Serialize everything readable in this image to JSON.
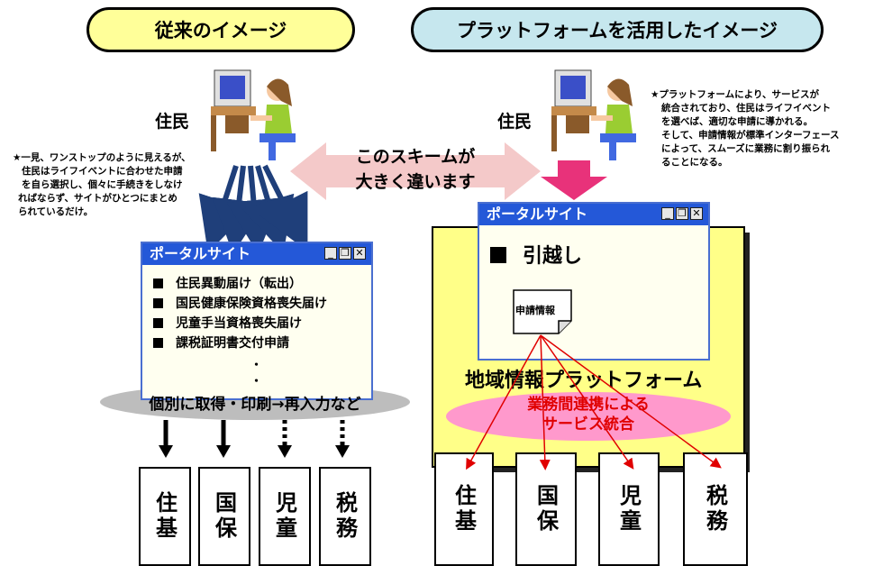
{
  "left": {
    "header": "従来のイメージ",
    "resident_label": "住民",
    "note_lines": [
      "★一見、ワンストップのように見えるが、",
      "住民はライフイベントに合わせた申請",
      "を自ら選択し、個々に手続きをしなけ",
      "ればならず、サイトがひとつにまとめ",
      "られているだけ。"
    ],
    "portal": {
      "title": "ポータルサイト",
      "items": [
        "住民異動届け（転出）",
        "国民健康保険資格喪失届け",
        "児童手当資格喪失届け",
        "課税証明書交付申請"
      ],
      "dots": "・"
    },
    "ellipse_text": "個別に取得・印刷→再入力など",
    "systems": [
      "住基",
      "国保",
      "児童",
      "税務"
    ]
  },
  "right": {
    "header": "プラットフォームを活用したイメージ",
    "resident_label": "住民",
    "note_lines": [
      "★プラットフォームにより、サービスが",
      "統合されており、住民はライフイベント",
      "を選べば、適切な申請に導かれる。",
      "そして、申請情報が標準インターフェース",
      "によって、スムーズに業務に割り振られ",
      "ることになる。"
    ],
    "portal": {
      "title": "ポータルサイト",
      "item": "引越し"
    },
    "doc_label": "申請情報",
    "platform_label": "地域情報プラットフォーム",
    "ellipse_lines": [
      "業務間連携による",
      "サービス統合"
    ],
    "systems": [
      "住基",
      "国保",
      "児童",
      "税務"
    ]
  },
  "center": {
    "lines": [
      "このスキームが",
      "大きく違います"
    ]
  },
  "window_buttons": [
    "_",
    "❐",
    "✕"
  ],
  "colors": {
    "left_pill": "#ffff99",
    "right_pill": "#c6e7ee",
    "portal_title": "#2458d8",
    "portal_body": "#fffff0",
    "platform": "#ffff88",
    "pink_ellipse": "#ff99cc",
    "arrow_blue": "#1f3f7a",
    "double_arrow": "#f4c9c9",
    "magenta_arrow": "#e8327a",
    "red_lines": "#e00000"
  },
  "icons": [
    "computer-user-icon",
    "window-minimize-icon",
    "window-maximize-icon",
    "window-close-icon",
    "document-icon"
  ]
}
